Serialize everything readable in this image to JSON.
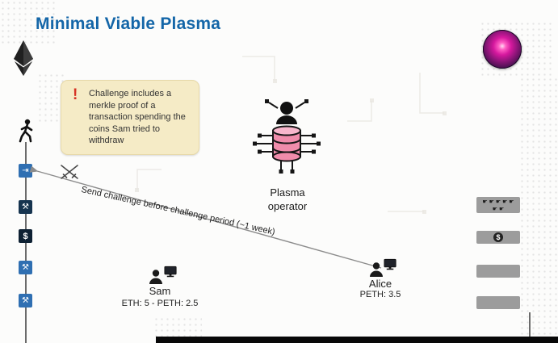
{
  "title": "Minimal Viable Plasma",
  "callout": {
    "alert_glyph": "!",
    "text": "Challenge includes a merkle proof of a transaction spending the coins Sam tried to withdraw"
  },
  "arrow": {
    "label": "Send challenge before challenge period (~1 week)"
  },
  "operator": {
    "label": "Plasma operator"
  },
  "actors": {
    "sam": {
      "name": "Sam",
      "balance": "ETH: 5 - PETH: 2.5"
    },
    "alice": {
      "name": "Alice",
      "balance": "PETH: 3.5"
    }
  },
  "left_chain": {
    "blocks": [
      {
        "icon": "exit-icon",
        "glyph": "⇥",
        "color": "#2f6fb2"
      },
      {
        "icon": "faucet-icon",
        "glyph": "⚒",
        "color": "#16344f"
      },
      {
        "icon": "dollar-icon",
        "glyph": "$",
        "color": "#0e2133"
      },
      {
        "icon": "faucet-icon",
        "glyph": "⚒",
        "color": "#2f6fb2"
      },
      {
        "icon": "faucet-icon",
        "glyph": "⚒",
        "color": "#2f6fb2"
      }
    ]
  },
  "right_chain": {
    "blocks": [
      {
        "icon": "fists-icon",
        "glyph": "☛ ☛ ☛ ☛ ☛ ☛ ☛",
        "color": "#9c9c9c"
      },
      {
        "icon": "dollar-icon",
        "glyph": "$",
        "color": "#9c9c9c"
      },
      {
        "icon": "plain-block",
        "glyph": "",
        "color": "#9c9c9c"
      },
      {
        "icon": "plain-block",
        "glyph": "",
        "color": "#9c9c9c"
      }
    ]
  },
  "colors": {
    "title_blue": "#1466a8",
    "callout_bg": "#f5ebc6",
    "alert_red": "#d63426",
    "block_blue": "#2f6fb2",
    "block_gray": "#9c9c9c",
    "database_pink": "#f08cab"
  }
}
